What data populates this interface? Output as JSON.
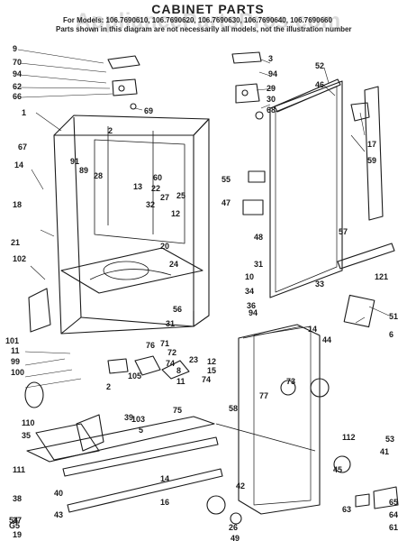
{
  "header": {
    "title": "CABINET PARTS",
    "models": "For Models: 106.7690610, 106.7690620, 106.7690630, 106.7690640, 106.7690660",
    "note": "Parts shown in this diagram are not necessarily all models, not the illustration number",
    "watermark": "AppliancePartsPros.com"
  },
  "callouts": [
    "9",
    "70",
    "94",
    "62",
    "66",
    "69",
    "3",
    "94",
    "29",
    "30",
    "68",
    "52",
    "46",
    "1",
    "2",
    "17",
    "59",
    "67",
    "14",
    "91",
    "89",
    "28",
    "60",
    "22",
    "13",
    "27",
    "25",
    "32",
    "55",
    "47",
    "18",
    "21",
    "12",
    "24",
    "20",
    "48",
    "57",
    "102",
    "31",
    "10",
    "34",
    "33",
    "36",
    "56",
    "94",
    "121",
    "101",
    "11",
    "99",
    "100",
    "31",
    "71",
    "72",
    "74",
    "76",
    "23",
    "14",
    "44",
    "51",
    "6",
    "8",
    "11",
    "12",
    "15",
    "74",
    "77",
    "73",
    "105",
    "103",
    "5",
    "2",
    "75",
    "39",
    "58",
    "110",
    "35",
    "112",
    "111",
    "38",
    "37",
    "19",
    "40",
    "43",
    "14",
    "16",
    "45",
    "42",
    "53",
    "41",
    "65",
    "64",
    "63",
    "26",
    "49",
    "61",
    "54",
    "G5"
  ],
  "colors": {
    "ink": "#1a1a1a",
    "paper": "#ffffff",
    "watermark": "#969696"
  }
}
